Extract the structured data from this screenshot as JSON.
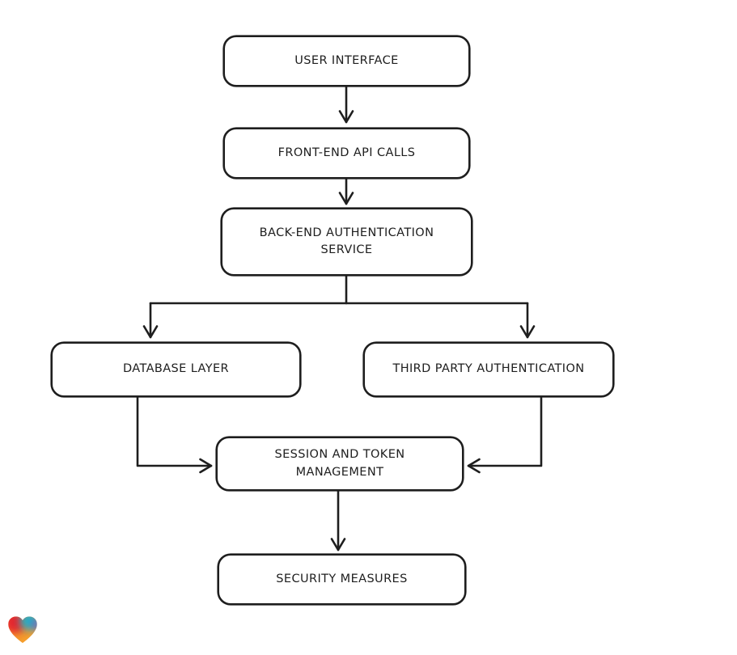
{
  "canvas": {
    "background": "#ffffff",
    "stroke_color": "#1e1e1e",
    "node_fill": "#ffffff"
  },
  "diagram": {
    "type": "flowchart",
    "nodes": [
      {
        "id": "user-interface",
        "label": "USER INTERFACE"
      },
      {
        "id": "front-end-api-calls",
        "label": "FRONT-END API CALLS"
      },
      {
        "id": "back-end-authentication-service",
        "label": "BACK-END AUTHENTICATION\nSERVICE"
      },
      {
        "id": "database-layer",
        "label": "DATABASE LAYER"
      },
      {
        "id": "third-party-authentication",
        "label": "THIRD PARTY AUTHENTICATION"
      },
      {
        "id": "session-and-token-management",
        "label": "SESSION AND TOKEN\nMANAGEMENT"
      },
      {
        "id": "security-measures",
        "label": "SECURITY MEASURES"
      }
    ],
    "edges": [
      {
        "from": "user-interface",
        "to": "front-end-api-calls"
      },
      {
        "from": "front-end-api-calls",
        "to": "back-end-authentication-service"
      },
      {
        "from": "back-end-authentication-service",
        "to": "database-layer"
      },
      {
        "from": "back-end-authentication-service",
        "to": "third-party-authentication"
      },
      {
        "from": "database-layer",
        "to": "session-and-token-management"
      },
      {
        "from": "third-party-authentication",
        "to": "session-and-token-management"
      },
      {
        "from": "session-and-token-management",
        "to": "security-measures"
      }
    ]
  },
  "logo": {
    "name": "gradient-heart-logo",
    "colors": {
      "top_left": "#e5262d",
      "top_right": "#1fb0c8",
      "right_edge": "#5a66d6",
      "bottom": "#f59e2c"
    }
  }
}
